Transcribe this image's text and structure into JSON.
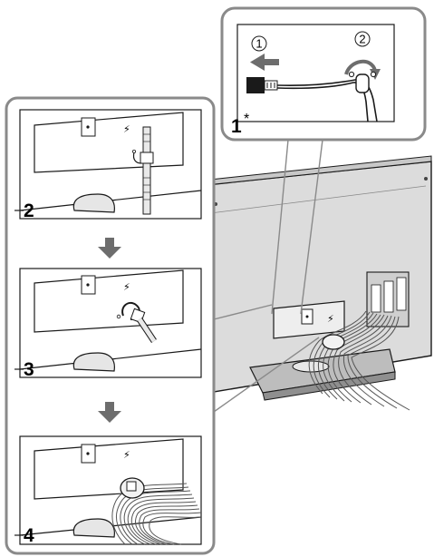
{
  "steps": [
    {
      "number": "1",
      "suffix": "*"
    },
    {
      "number": "2"
    },
    {
      "number": "3"
    },
    {
      "number": "4"
    }
  ],
  "callouts": [
    {
      "label": "1"
    },
    {
      "label": "2"
    }
  ],
  "colors": {
    "frame": "#8a8a8a",
    "line": "#1a1a1a",
    "arrow_gray": "#6d6d6d",
    "tv_body": "#d9d9d9",
    "tv_dark": "#a8a8a8",
    "background": "#ffffff"
  },
  "icons": [
    "power-plug-icon",
    "cable-holder-icon",
    "step-arrow-down-icon",
    "pull-left-arrow-icon",
    "curved-arrow-icon",
    "audio-connector-icon"
  ]
}
